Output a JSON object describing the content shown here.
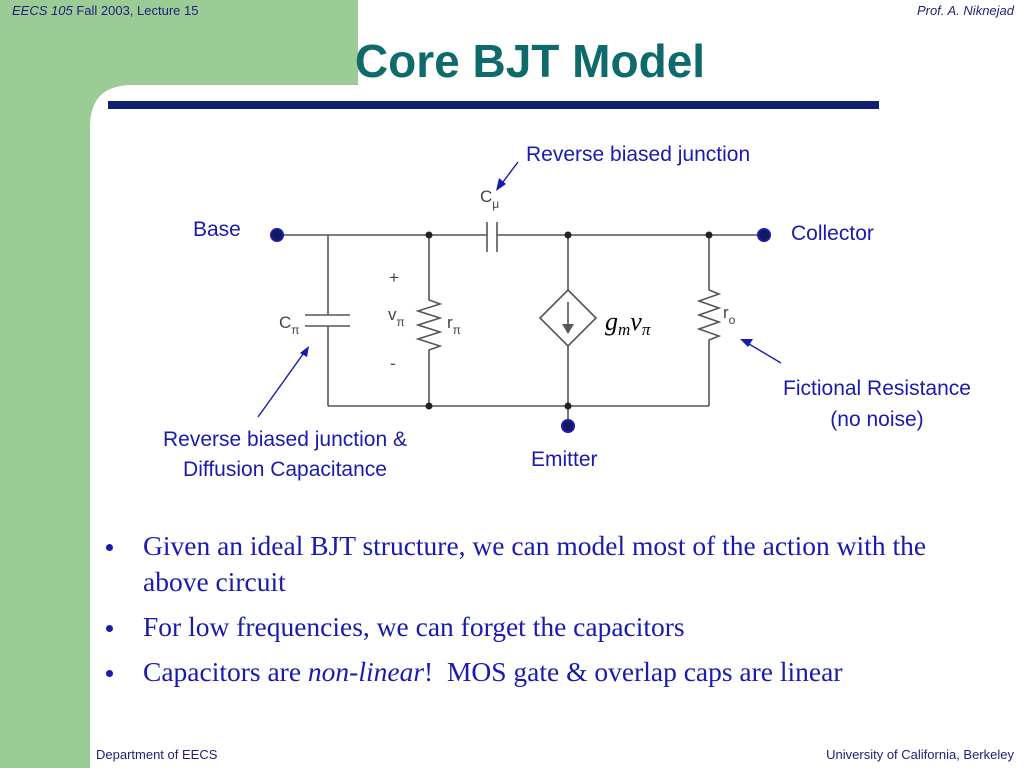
{
  "header": {
    "course": "EECS 105",
    "term": " Fall 2003, Lecture 15",
    "author": "Prof. A. Niknejad"
  },
  "title": "Core BJT Model",
  "diagram": {
    "labels": {
      "reverse_junction": "Reverse biased junction",
      "base": "Base",
      "collector": "Collector",
      "emitter": "Emitter",
      "fictional_line1": "Fictional Resistance",
      "fictional_line2": "(no noise)",
      "rbj_diffusion_line1": "Reverse biased junction &",
      "rbj_diffusion_line2": "Diffusion Capacitance"
    },
    "symbols": {
      "c_mu": "C",
      "mu": "μ",
      "c_pi": "C",
      "pi": "π",
      "v_pi": "v",
      "r_pi": "r",
      "r_o": "r",
      "o": "o",
      "plus": "+",
      "minus": "-",
      "g": "g",
      "m": "m",
      "v": "v"
    }
  },
  "bullets": [
    {
      "text": "Given an ideal BJT structure, we can model most of the action with the above circuit"
    },
    {
      "text": "For low frequencies, we can forget the capacitors"
    },
    {
      "pre": "Capacitors are ",
      "em": "non-linear",
      "post": "!  MOS gate & overlap caps are linear"
    }
  ],
  "footer": {
    "left": "Department of EECS",
    "right": "University of California, Berkeley"
  },
  "colors": {
    "green": "#9ccc95",
    "title": "#0f6b6b",
    "bar": "#101f70",
    "text": "#1a1ab0"
  }
}
